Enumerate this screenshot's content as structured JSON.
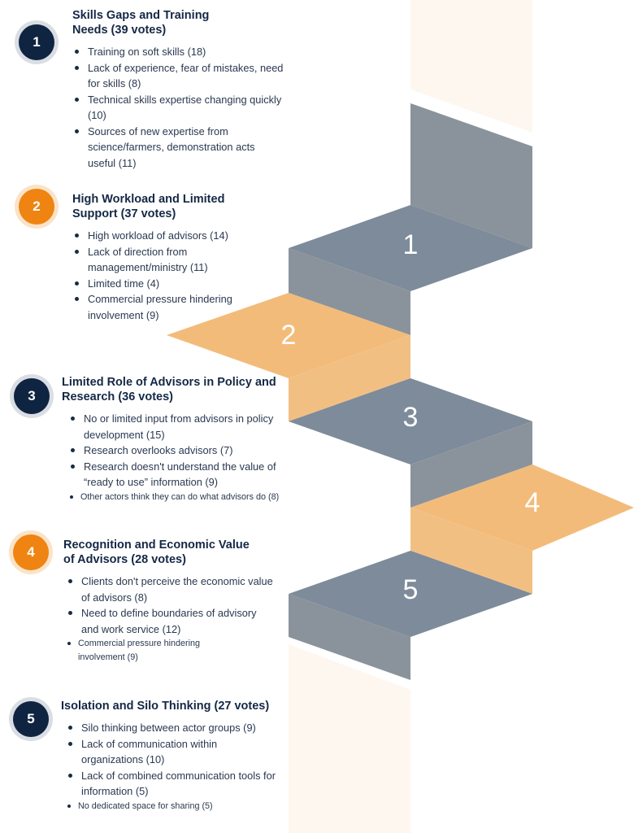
{
  "steps": [
    {
      "number": "1",
      "title": "Skills Gaps and Training Needs (39 votes)",
      "items": [
        "Training on soft skills (18)",
        "Lack of experience, fear of mistakes, need for skills (8)",
        "Technical skills expertise changing quickly (10)",
        "Sources of new expertise from science/farmers, demonstration acts useful (11)"
      ]
    },
    {
      "number": "2",
      "title": "High Workload and Limited Support (37 votes)",
      "items": [
        "High workload of advisors (14)",
        "Lack of direction from management/ministry (11)",
        "Limited time (4)",
        "Commercial pressure hindering involvement (9)"
      ]
    },
    {
      "number": "3",
      "title": "Limited Role of Advisors in Policy and Research (36 votes)",
      "items": [
        "No or limited input from advisors in policy development (15)",
        "Research overlooks advisors (7)",
        "Research doesn't understand the value of “ready to use” information (9)",
        "Other actors think they can do what advisors do (8)"
      ]
    },
    {
      "number": "4",
      "title": "Recognition and Economic Value of Advisors (28 votes)",
      "items": [
        "Clients don't perceive the economic value of advisors (8)",
        "Need to define boundaries of advisory and work service (12)",
        "Commercial pressure hindering involvement (9)"
      ]
    },
    {
      "number": "5",
      "title": "Isolation and Silo Thinking (27 votes)",
      "items": [
        "Silo thinking between actor groups (9)",
        "Lack of communication within organizations (10)",
        "Lack of combined communication tools for information (5)",
        "No dedicated space for sharing (5)"
      ]
    }
  ],
  "colors": {
    "navy": "#0f2440",
    "orange": "#ef8412",
    "stair_gray_top": "#7d8b9a",
    "stair_gray_side": "#8a939c",
    "stair_orange_top": "#f3bb7a",
    "stair_orange_side": "#f2bf83",
    "column_bg": "#fdf7f0"
  }
}
